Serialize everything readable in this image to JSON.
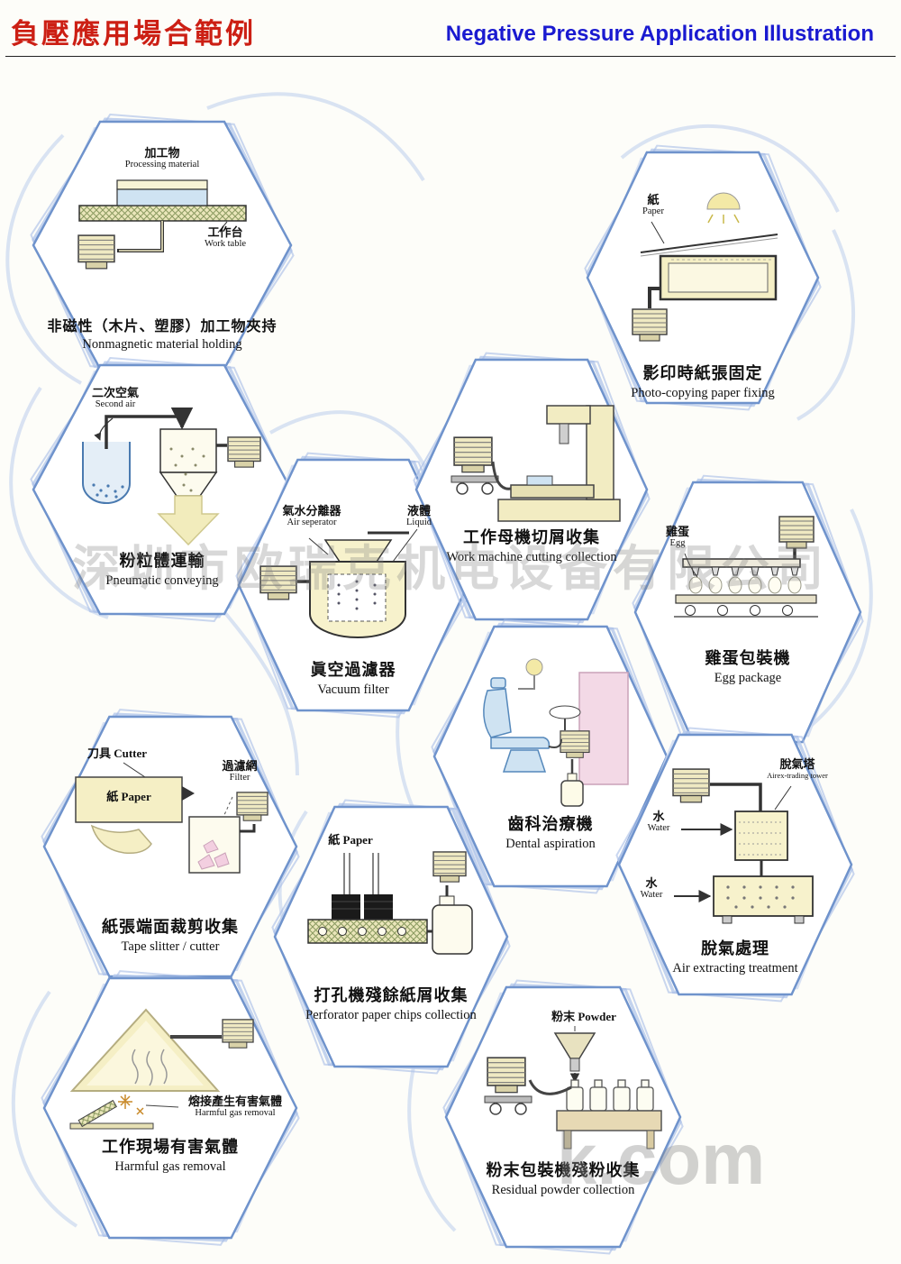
{
  "header": {
    "title_zh": "負壓應用場合範例",
    "title_en": "Negative Pressure Application Illustration"
  },
  "watermarks": {
    "company": "深圳市欧瑞克机电设备有限公司",
    "site": "k.com"
  },
  "hexagons": [
    {
      "id": "nonmagnetic-holding",
      "caption_zh": "非磁性（木片、塑膠）加工物夾持",
      "caption_en": "Nonmagnetic material holding",
      "labels": {
        "l1_zh": "加工物",
        "l1_en": "Processing material",
        "l2_zh": "工作台",
        "l2_en": "Work table"
      }
    },
    {
      "id": "photocopy-paper-fixing",
      "caption_zh": "影印時紙張固定",
      "caption_en": "Photo-copying paper fixing",
      "labels": {
        "l1_zh": "紙",
        "l1_en": "Paper"
      }
    },
    {
      "id": "pneumatic-conveying",
      "caption_zh": "粉粒體運輸",
      "caption_en": "Pneumatic conveying",
      "labels": {
        "l1_zh": "二次空氣",
        "l1_en": "Second air"
      }
    },
    {
      "id": "vacuum-filter",
      "caption_zh": "眞空過濾器",
      "caption_en": "Vacuum filter",
      "labels": {
        "l1_zh": "氣水分離器",
        "l1_en": "Air seperator",
        "l2_zh": "液體",
        "l2_en": "Liquid"
      }
    },
    {
      "id": "work-machine-cutting",
      "caption_zh": "工作母機切屑收集",
      "caption_en": "Work machine cutting collection",
      "labels": {}
    },
    {
      "id": "egg-package",
      "caption_zh": "雞蛋包裝機",
      "caption_en": "Egg package",
      "labels": {
        "l1_zh": "雞蛋",
        "l1_en": "Egg"
      }
    },
    {
      "id": "dental-aspiration",
      "caption_zh": "齒科治療機",
      "caption_en": "Dental aspiration",
      "labels": {}
    },
    {
      "id": "air-extracting-treatment",
      "caption_zh": "脫氣處理",
      "caption_en": "Air extracting treatment",
      "labels": {
        "l1_zh": "脫氣塔",
        "l1_en": "Airex-trading tower",
        "l2_zh": "水",
        "l2_en": "Water",
        "l3_zh": "水",
        "l3_en": "Water"
      }
    },
    {
      "id": "tape-slitter-cutter",
      "caption_zh": "紙張端面裁剪收集",
      "caption_en": "Tape slitter / cutter",
      "labels": {
        "l1": "刀具 Cutter",
        "l2_zh": "過濾網",
        "l2_en": "Filter",
        "l3": "紙 Paper"
      }
    },
    {
      "id": "perforator-paper-chips",
      "caption_zh": "打孔機殘餘紙屑收集",
      "caption_en": "Perforator paper chips collection",
      "labels": {
        "l1": "紙 Paper"
      }
    },
    {
      "id": "harmful-gas-removal",
      "caption_zh": "工作現場有害氣體",
      "caption_en": "Harmful gas removal",
      "labels": {
        "l1_zh": "熔接產生有害氣體",
        "l1_en": "Harmful gas removal"
      }
    },
    {
      "id": "residual-powder-collection",
      "caption_zh": "粉末包裝機殘粉收集",
      "caption_en": "Residual powder collection",
      "labels": {
        "l1": "粉末 Powder"
      }
    }
  ]
}
